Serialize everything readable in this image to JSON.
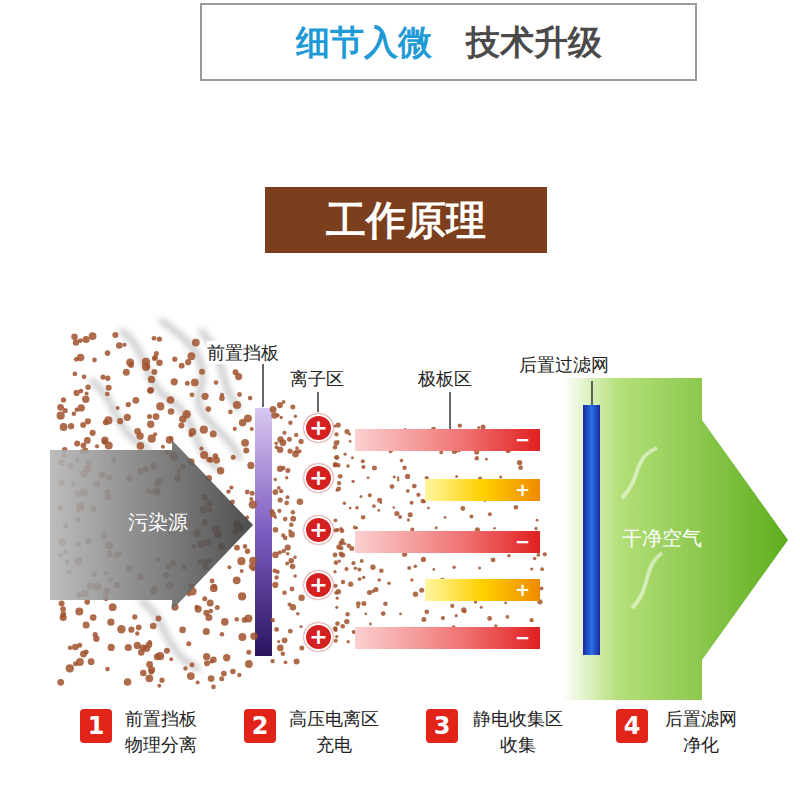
{
  "diagram": {
    "nodes": [
      {
        "text": [
          "细节入微",
          "技术升级"
        ]
      },
      {
        "text": [
          "工作原理"
        ]
      },
      {
        "text": [
          "污染源"
        ]
      },
      {
        "text": [
          "+"
        ]
      },
      {
        "text": [
          "+"
        ]
      },
      {
        "text": [
          "+"
        ]
      },
      {
        "text": [
          "+"
        ]
      },
      {
        "text": [
          "+"
        ]
      },
      {
        "text": [
          "−"
        ]
      },
      {
        "text": [
          "+"
        ]
      },
      {
        "text": [
          "−"
        ]
      },
      {
        "text": [
          "+"
        ]
      },
      {
        "text": [
          "−"
        ]
      },
      {
        "text": [
          "干净空气"
        ]
      },
      {
        "text": [
          "1"
        ]
      },
      {
        "text": [
          "2"
        ]
      },
      {
        "text": [
          "3"
        ]
      },
      {
        "text": [
          "4"
        ]
      }
    ],
    "labels": [
      "前置挡板",
      "离子区",
      "极板区",
      "后置过滤网",
      "前置挡板 物理分离",
      "高压电离区 充电",
      "静电收集区 收集",
      "后置滤网 净化"
    ]
  }
}
